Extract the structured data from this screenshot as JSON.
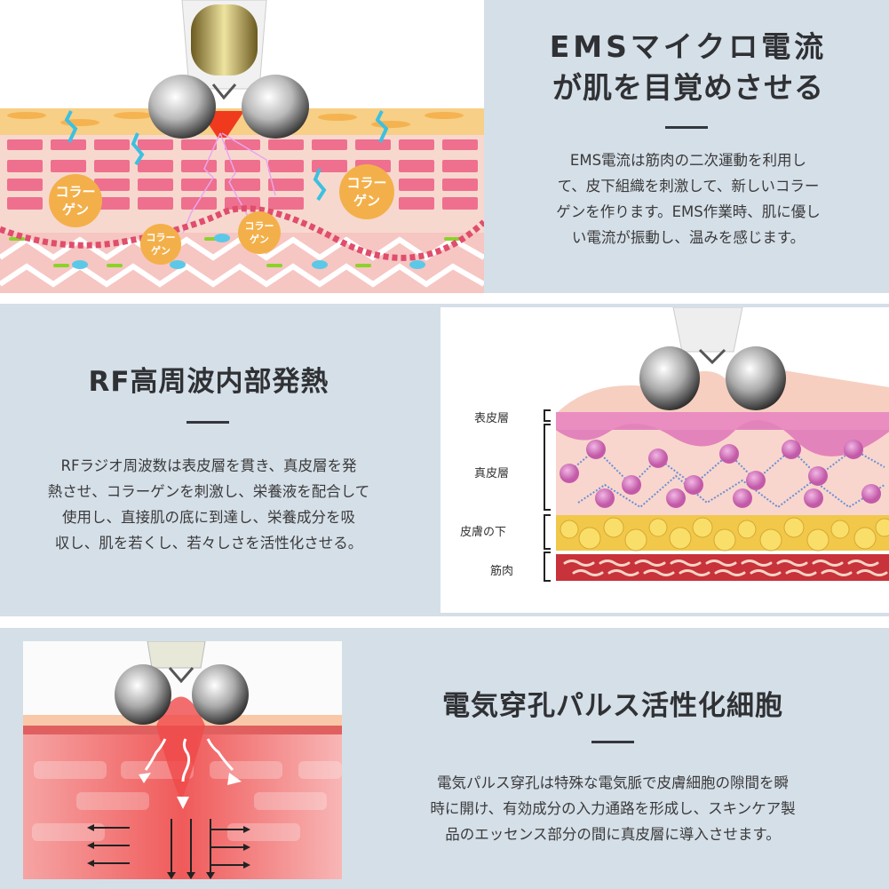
{
  "sections": [
    {
      "title_lines": [
        "EMSマイクロ電流",
        "が肌を目覚めさせる"
      ],
      "body": "EMS電流は筋肉の二次運動を利用し\nて、皮下組織を刺激して、新しいコラー\nゲンを作ります。EMS作業時、肌に優し\nい電流が振動し、温みを感じます。",
      "figure": {
        "labels": [
          "コラー\nゲン",
          "コラー\nゲン",
          "コラー\nゲン",
          "コラー\nゲン"
        ]
      }
    },
    {
      "title": "RF高周波内部発熱",
      "body": "RFラジオ周波数は表皮層を貫き、真皮層を発\n熱させ、コラーゲンを刺激し、栄養液を配合して\n使用し、直接肌の底に到達し、栄養成分を吸\n収し、肌を若くし、若々しさを活性化させる。",
      "figure": {
        "layers": [
          "表皮層",
          "真皮層",
          "皮膚の下",
          "筋肉"
        ]
      }
    },
    {
      "title": "電気穿孔パルス活性化細胞",
      "body": "電気パルス穿孔は特殊な電気脈で皮膚細胞の隙間を瞬\n時に開け、有効成分の入力通路を形成し、スキンケア製\n品のエッセンス部分の間に真皮層に導入させます。"
    }
  ],
  "colors": {
    "background": "#d5dfe8",
    "title": "#2f3134",
    "body_text": "#3a3a3a",
    "collagen_badge": "#f3b04a",
    "skin_cell": "#ef6f8e",
    "fat": "#f5d54a",
    "muscle": "#c8323a"
  }
}
